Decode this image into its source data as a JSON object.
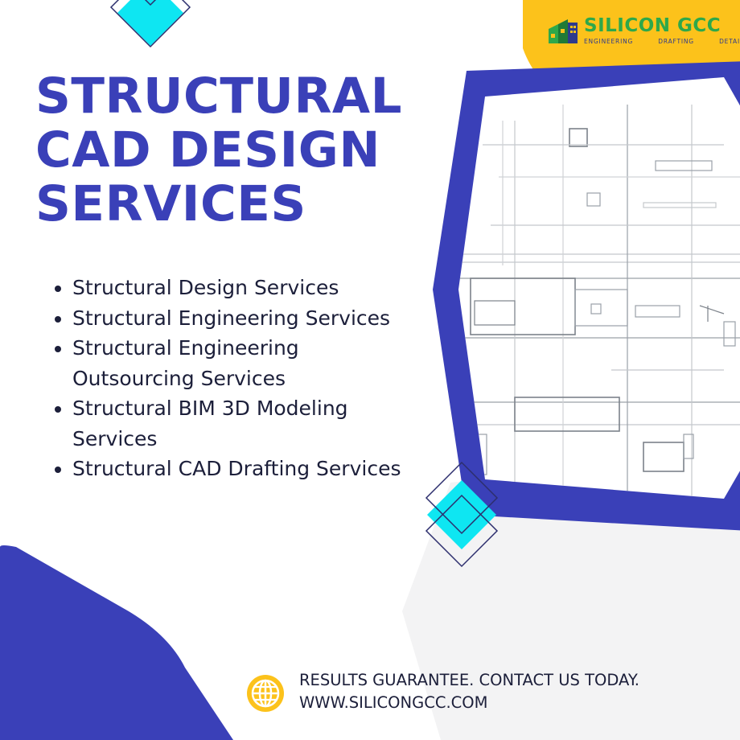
{
  "title": {
    "lines": [
      "STRUCTURAL",
      "CAD DESIGN",
      "SERVICES"
    ]
  },
  "services": [
    "Structural Design Services",
    "Structural Engineering Services",
    "Structural Engineering Outsourcing Services",
    "Structural BIM 3D Modeling Services",
    "Structural CAD Drafting Services"
  ],
  "logo": {
    "name": "SILICON GCC",
    "tagline": [
      "ENGINEERING",
      "DRAFTING",
      "DETAILING"
    ]
  },
  "contact": {
    "line1": "RESULTS GUARANTEE. CONTACT US TODAY.",
    "website": "WWW.SILICONGCC.COM"
  },
  "colors": {
    "primary": "#3a40b8",
    "accent": "#fcc21b",
    "cyan": "#0ee6f2",
    "text": "#1c1f3a"
  },
  "icons": {
    "globe": "globe-icon",
    "logo": "building-logo-icon"
  }
}
